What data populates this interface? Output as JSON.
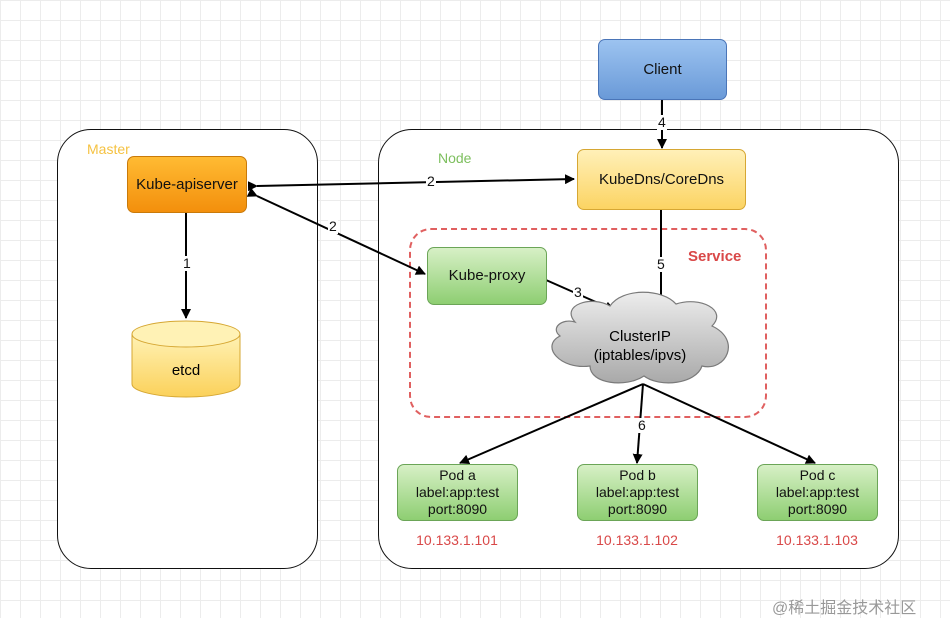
{
  "master": {
    "title": "Master",
    "title_color": "#f5c242"
  },
  "node": {
    "title": "Node",
    "title_color": "#7dbf5e"
  },
  "service": {
    "title": "Service",
    "title_color": "#d94848"
  },
  "nodes": {
    "client": "Client",
    "apiserver": "Kube-apiserver",
    "etcd": "etcd",
    "kubedns": "KubeDns/CoreDns",
    "kubeproxy": "Kube-proxy",
    "clusterip_line1": "ClusterIP",
    "clusterip_line2": "(iptables/ipvs)"
  },
  "pods": [
    {
      "name": "Pod a",
      "label": "label:app:test",
      "port": "port:8090",
      "ip": "10.133.1.101"
    },
    {
      "name": "Pod b",
      "label": "label:app:test",
      "port": "port:8090",
      "ip": "10.133.1.102"
    },
    {
      "name": "Pod c",
      "label": "label:app:test",
      "port": "port:8090",
      "ip": "10.133.1.103"
    }
  ],
  "edges": {
    "e1": "1",
    "e2a": "2",
    "e2b": "2",
    "e3": "3",
    "e4": "4",
    "e5": "5",
    "e6": "6"
  },
  "watermark": "@稀土掘金技术社区"
}
